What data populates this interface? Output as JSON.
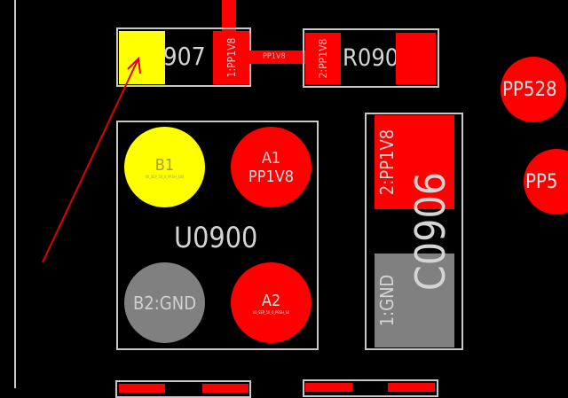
{
  "colors": {
    "background": "#000000",
    "net_pp1v8": "#ff0000",
    "selected": "#ffff00",
    "gnd": "#808080",
    "outline": "#c8c8c8"
  },
  "c0907": {
    "refdes": "C0907",
    "pad1_label": "1:PP1V8"
  },
  "trace": {
    "net": "PP1V8"
  },
  "r090x": {
    "refdes": "R090",
    "pad2_label": "2:PP1V8"
  },
  "u0900": {
    "refdes": "U0900",
    "b1": {
      "name": "B1",
      "net": "00_SEP_50_0_PRSH_S00"
    },
    "a1": {
      "name": "A1",
      "net": "PP1V8"
    },
    "b2": {
      "name": "B2:GND"
    },
    "a2": {
      "name": "A2",
      "net": "00_SEP_50_0_PRSH_S0"
    }
  },
  "c0906": {
    "refdes": "C0906",
    "pad2_label": "2:PP1V8",
    "pad1_label": "1:GND"
  },
  "testpoints": [
    {
      "label": "PP528"
    },
    {
      "label": "PP5"
    }
  ],
  "annotation": {
    "arrow_color": "#ff0000"
  }
}
